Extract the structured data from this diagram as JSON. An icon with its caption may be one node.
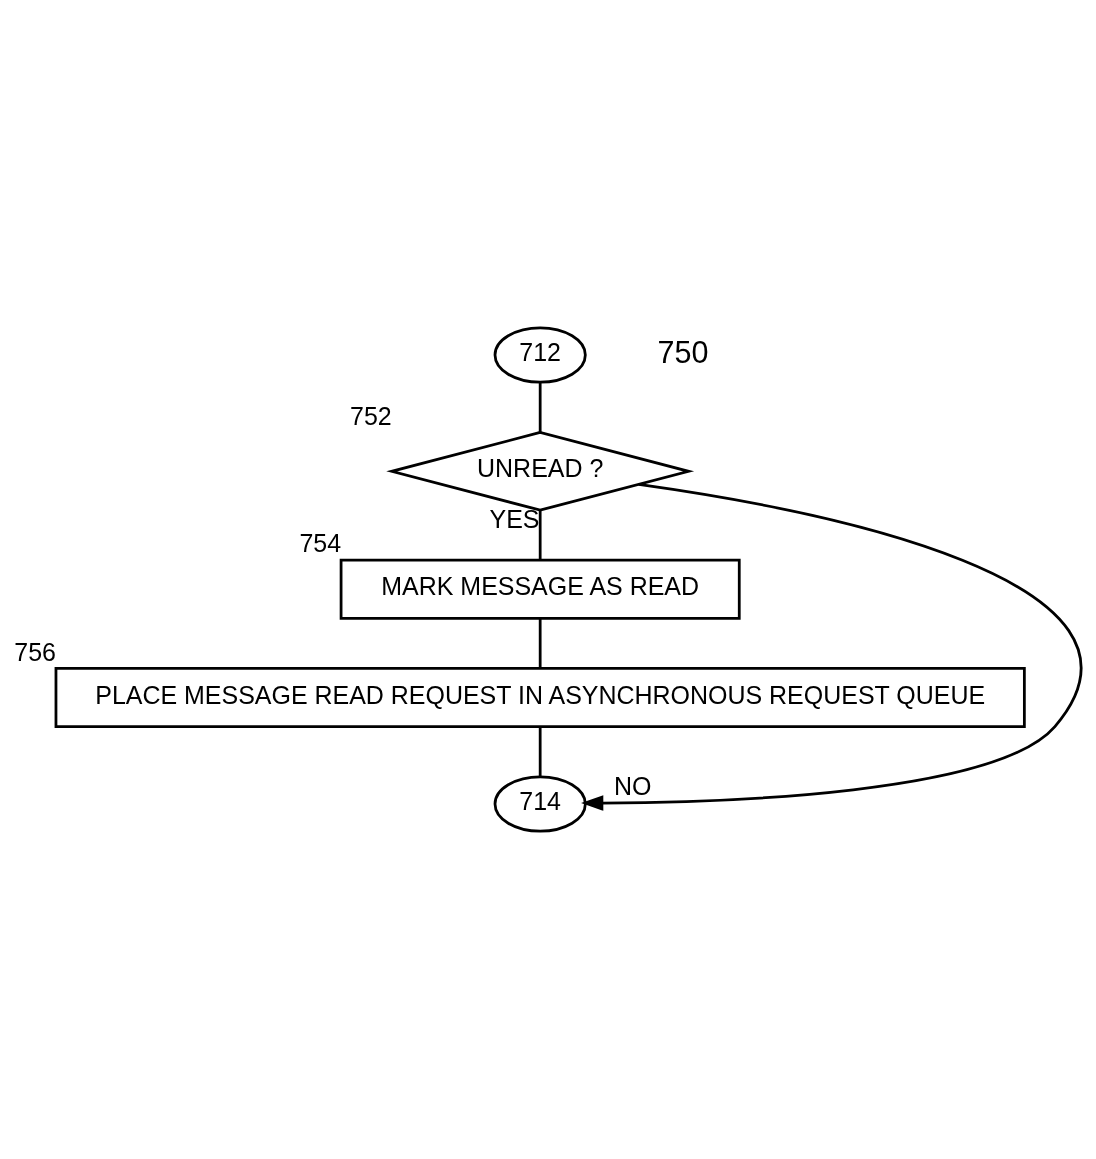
{
  "diagram": {
    "nodes": [
      {
        "text": [
          "712"
        ]
      },
      {
        "text": [
          "UNREAD ?"
        ],
        "beside": [
          "752"
        ]
      },
      {
        "text": [
          "MARK MESSAGE AS READ"
        ],
        "beside": [
          "754"
        ]
      },
      {
        "text": [
          "PLACE MESSAGE READ REQUEST IN ASYNCHRONOUS REQUEST QUEUE"
        ],
        "beside": [
          "756"
        ]
      },
      {
        "text": [
          "714"
        ]
      }
    ],
    "edges": [
      {
        "from": 0,
        "to": 1,
        "arrow": "none"
      },
      {
        "from": 1,
        "to": 2,
        "arrow": "none",
        "label": "YES"
      },
      {
        "from": 2,
        "to": 3,
        "arrow": "none"
      },
      {
        "from": 3,
        "to": 4,
        "arrow": "none"
      },
      {
        "from": 1,
        "to": 4,
        "arrow": "to",
        "label": "NO"
      }
    ],
    "labels": [
      "750"
    ]
  }
}
